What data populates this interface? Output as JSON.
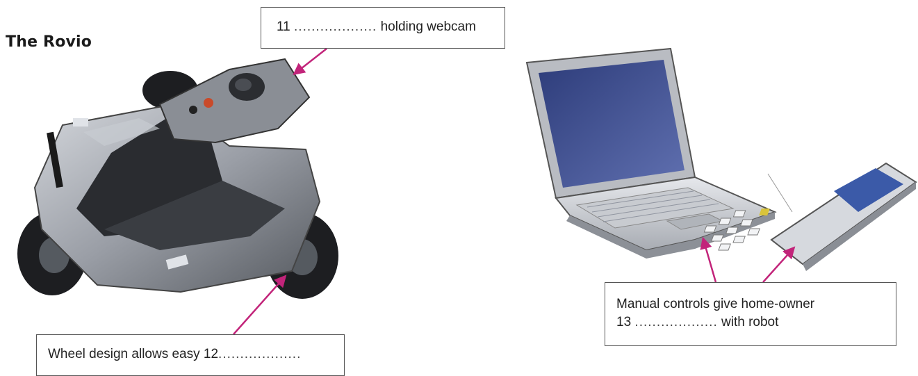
{
  "title": "The Rovio",
  "labels": {
    "item11": {
      "number": "11",
      "dots": "...................",
      "text": "holding webcam"
    },
    "item12": {
      "text": "Wheel design allows easy",
      "number": "12",
      "dots": "..................."
    },
    "item13": {
      "line1": "Manual controls give home-owner",
      "number": "13",
      "dots": "...................",
      "text": "with robot"
    }
  },
  "colors": {
    "arrow": "#c2247a",
    "robot_body": "#9a9ea6",
    "robot_dark": "#2a2c30",
    "laptop_screen": "#3a4a8a",
    "phone_screen": "#3b5aa8"
  },
  "icons": [
    "rovio-robot-illustration",
    "laptop-illustration",
    "mobile-phone-illustration"
  ]
}
